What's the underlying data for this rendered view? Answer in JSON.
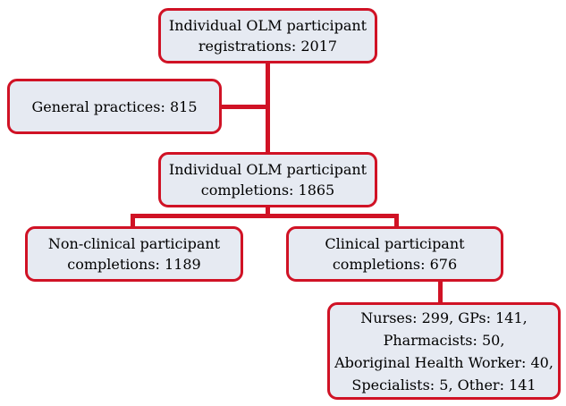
{
  "figure": {
    "type": "flowchart",
    "background": "#ffffff"
  },
  "colors": {
    "line_red": "#d01225",
    "box_fill": "#e6eaf2",
    "text": "#000000"
  },
  "nodes": {
    "registrations": {
      "label": "Individual OLM participant registrations: 2017",
      "lines": [
        "Individual OLM participant",
        "registrations: 2017"
      ]
    },
    "general_practices": {
      "label": "General practices: 815",
      "lines": [
        "General practices: 815"
      ]
    },
    "completions": {
      "label": "Individual OLM participant completions: 1865",
      "lines": [
        "Individual OLM participant",
        "completions: 1865"
      ]
    },
    "non_clinical": {
      "label": "Non-clinical participant completions: 1189",
      "lines": [
        "Non-clinical participant",
        "completions: 1189"
      ]
    },
    "clinical": {
      "label": "Clinical participant completions: 676",
      "lines": [
        "Clinical participant",
        "completions: 676"
      ]
    },
    "breakdown": {
      "label": "Nurses: 299, GPs: 141, Pharmacists: 50, Aboriginal Health Worker: 40, Specialists: 5, Other: 141",
      "lines": [
        "Nurses: 299, GPs: 141,",
        "Pharmacists: 50,",
        "Aboriginal Health Worker: 40,",
        "Specialists: 5, Other: 141"
      ]
    }
  },
  "edges": [
    {
      "from": "registrations",
      "to": "general_practices"
    },
    {
      "from": "registrations",
      "to": "completions"
    },
    {
      "from": "completions",
      "to": "non_clinical"
    },
    {
      "from": "completions",
      "to": "clinical"
    },
    {
      "from": "clinical",
      "to": "breakdown"
    }
  ]
}
